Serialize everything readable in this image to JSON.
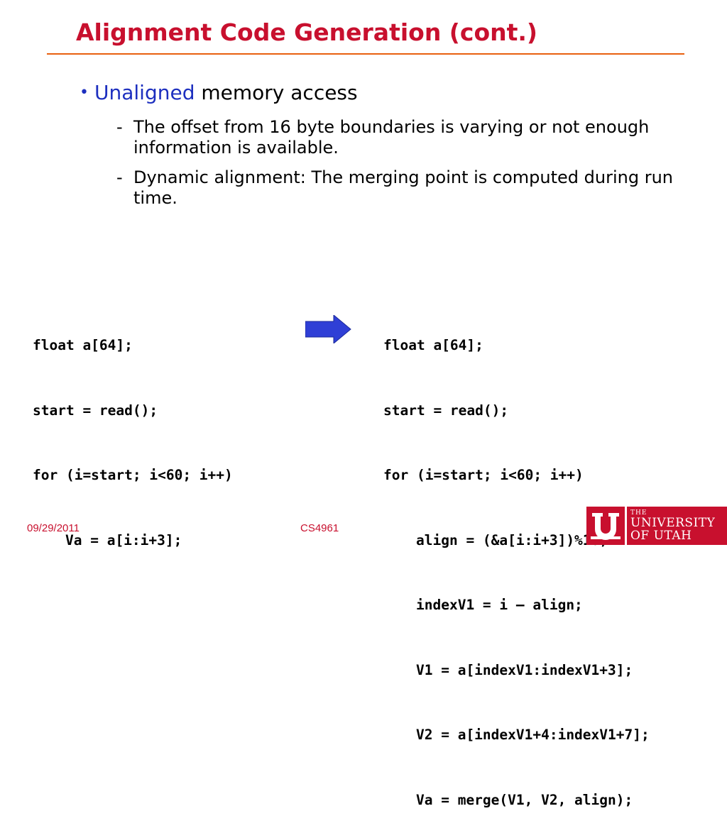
{
  "slide": {
    "title": "Alignment Code Generation (cont.)",
    "bullet": {
      "keyword": "Unaligned",
      "rest": " memory access"
    },
    "subpoints": [
      "The offset from 16 byte boundaries is varying or not enough information is available.",
      "Dynamic alignment: The merging point is computed during run time."
    ],
    "code_left": [
      "float a[64];",
      "start = read();",
      "for (i=start; i<60; i++)",
      "Va = a[i:i+3];"
    ],
    "code_right": [
      "float a[64];",
      "start = read();",
      "for (i=start; i<60; i++)",
      "align = (&a[i:i+3])%16;",
      "indexV1 = i – align;",
      "V1 = a[indexV1:indexV1+3];",
      "V2 = a[indexV1+4:indexV1+7];",
      "Va = merge(V1, V2, align);"
    ]
  },
  "footer": {
    "date": "09/29/2011",
    "course": "CS4961"
  },
  "logo": {
    "the": "THE",
    "line1": "UNIVERSITY",
    "line2": "OF UTAH"
  },
  "colors": {
    "title": "#c8102e",
    "rule": "#e8600f",
    "accent": "#1d2fbf",
    "arrow": "#2f3fd6"
  },
  "icons": {
    "arrow": "right-arrow-icon",
    "logo": "university-u-logo"
  }
}
